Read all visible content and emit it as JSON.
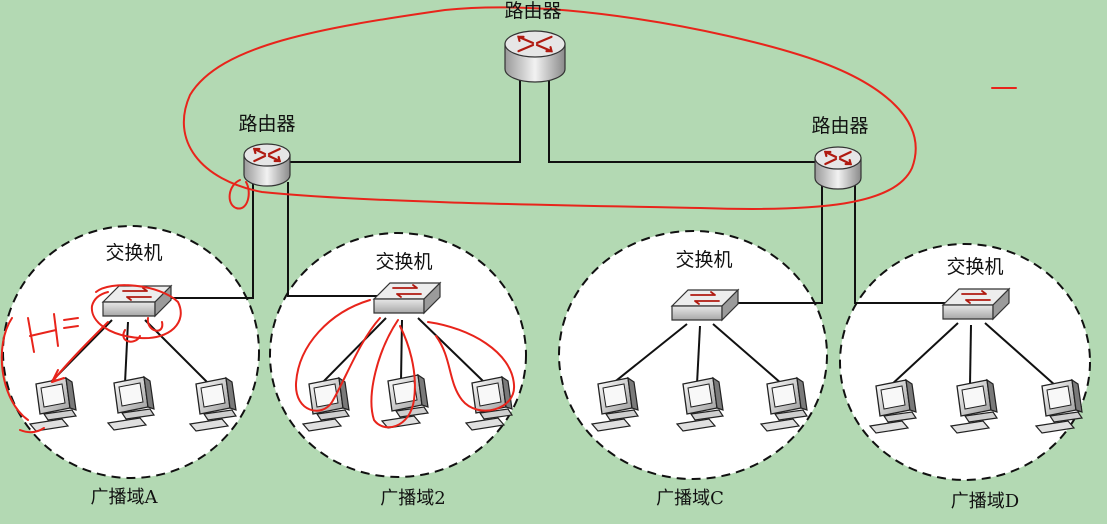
{
  "routers": [
    {
      "label": "路由器"
    },
    {
      "label": "路由器"
    },
    {
      "label": "路由器"
    }
  ],
  "switches": [
    {
      "label": "交换机"
    },
    {
      "label": "交换机"
    },
    {
      "label": "交换机"
    },
    {
      "label": "交换机"
    }
  ],
  "domains": [
    {
      "label": "广播域A"
    },
    {
      "label": "广播域2"
    },
    {
      "label": "广播域C"
    },
    {
      "label": "广播域D"
    }
  ],
  "annotations": {
    "handwritten_mark": "H"
  },
  "colors": {
    "background": "#b3d9b3",
    "annotation": "#e8241b",
    "line": "#111111"
  }
}
